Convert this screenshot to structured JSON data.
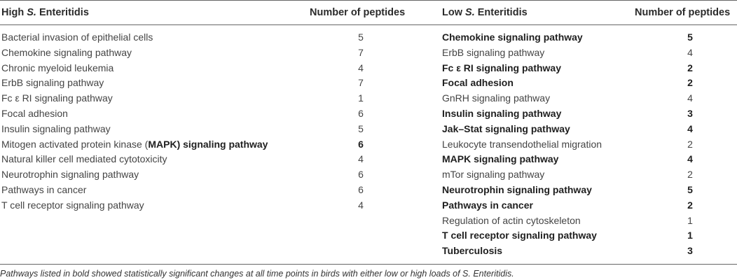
{
  "headers": {
    "left_name_prefix": "High ",
    "left_name_italic": "S.",
    "left_name_suffix": " Enteritidis",
    "left_count": "Number of peptides",
    "right_name_prefix": "Low ",
    "right_name_italic": "S.",
    "right_name_suffix": " Enteritidis",
    "right_count": "Number of peptides"
  },
  "left_rows": [
    {
      "name": "Bacterial invasion of epithelial cells",
      "count": "5"
    },
    {
      "name": "Chemokine signaling pathway",
      "count": "7"
    },
    {
      "name": "Chronic myeloid leukemia",
      "count": "4"
    },
    {
      "name": "ErbB signaling pathway",
      "count": "7"
    },
    {
      "name": "Fc ε RI signaling pathway",
      "count": "1"
    },
    {
      "name": "Focal adhesion",
      "count": "6"
    },
    {
      "name": "Insulin signaling pathway",
      "count": "5"
    },
    {
      "name_prefix": "Mitogen activated protein kinase (",
      "name_bold": "MAPK) signaling pathway",
      "count": "6",
      "bold_count": true
    },
    {
      "name": "Natural killer cell mediated cytotoxicity",
      "count": "4"
    },
    {
      "name": "Neurotrophin signaling pathway",
      "count": "6"
    },
    {
      "name": "Pathways in cancer",
      "count": "6"
    },
    {
      "name": "T cell receptor signaling pathway",
      "count": "4"
    }
  ],
  "right_rows": [
    {
      "name": "Chemokine signaling pathway",
      "count": "5",
      "bold": true
    },
    {
      "name": "ErbB signaling pathway",
      "count": "4",
      "bold": false
    },
    {
      "name": "Fc ε RI signaling pathway",
      "count": "2",
      "bold": true
    },
    {
      "name": "Focal adhesion",
      "count": "2",
      "bold": true
    },
    {
      "name": "GnRH signaling pathway",
      "count": "4",
      "bold": false
    },
    {
      "name": "Insulin signaling pathway",
      "count": "3",
      "bold": true
    },
    {
      "name": "Jak–Stat signaling pathway",
      "count": "4",
      "bold": true
    },
    {
      "name": "Leukocyte transendothelial migration",
      "count": "2",
      "bold": false
    },
    {
      "name": "MAPK signaling pathway",
      "count": "4",
      "bold": true
    },
    {
      "name": "mTor signaling pathway",
      "count": "2",
      "bold": false
    },
    {
      "name": "Neurotrophin signaling pathway",
      "count": "5",
      "bold": true
    },
    {
      "name": "Pathways in cancer",
      "count": "2",
      "bold": true
    },
    {
      "name": "Regulation of actin cytoskeleton",
      "count": "1",
      "bold": false
    },
    {
      "name": "T cell receptor signaling pathway",
      "count": "1",
      "bold": true
    },
    {
      "name": "Tuberculosis",
      "count": "3",
      "bold": true
    }
  ],
  "footnote": "Pathways listed in bold showed statistically significant changes at all time points in birds with either low or high loads of S. Enteritidis."
}
